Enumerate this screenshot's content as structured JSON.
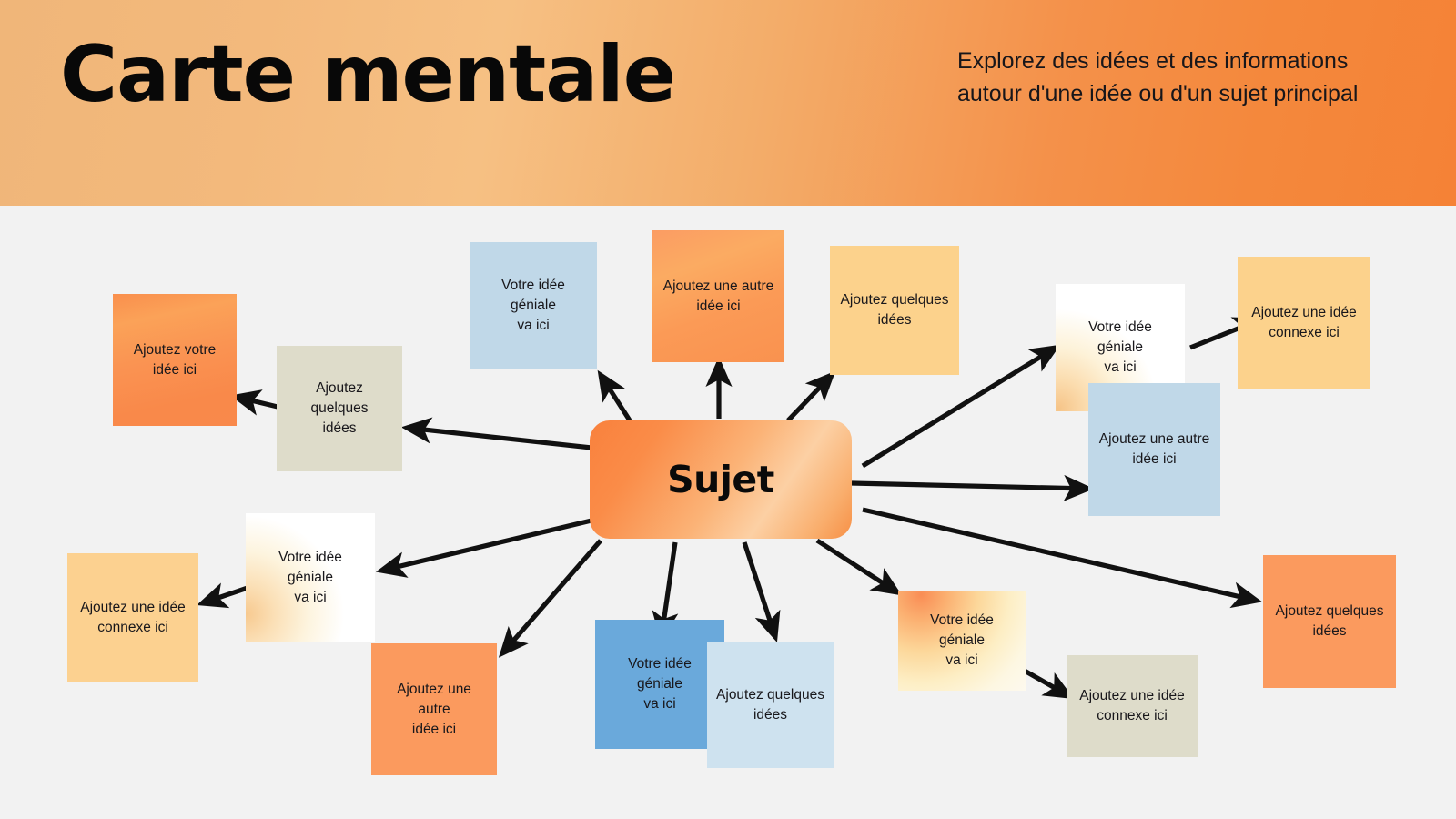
{
  "header": {
    "title": "Carte mentale",
    "subtitle": "Explorez des idées et des informations autour d'une idée ou d'un sujet principal"
  },
  "colors": {
    "background": "#f2f2f2",
    "banner_start": "#f0b679",
    "banner_end": "#f58236",
    "orange": "#fb9a5e",
    "yellow": "#fcd28c",
    "blue_light": "#c0d8e8",
    "blue_mid": "#6aa9db",
    "blue_pale": "#cee2ef",
    "khaki": "#dedcca",
    "white": "#ffffff",
    "arrow": "#111111",
    "text": "#18171b"
  },
  "center": {
    "label": "Sujet"
  },
  "nodes": [
    {
      "id": "top-left-orange",
      "label": "Ajoutez votre\nidée ici"
    },
    {
      "id": "top-left-khaki",
      "label": "Ajoutez quelques\nidées"
    },
    {
      "id": "top-blue",
      "label": "Votre idée\ngéniale\nva ici"
    },
    {
      "id": "top-orange",
      "label": "Ajoutez une autre\nidée ici"
    },
    {
      "id": "top-yellow",
      "label": "Ajoutez quelques\nidées"
    },
    {
      "id": "right-white",
      "label": "Votre idée\ngéniale\nva ici"
    },
    {
      "id": "right-yellow",
      "label": "Ajoutez une idée\nconnexe ici"
    },
    {
      "id": "right-blue",
      "label": "Ajoutez une autre\nidée ici"
    },
    {
      "id": "right-orange",
      "label": "Ajoutez quelques\nidées"
    },
    {
      "id": "left-white",
      "label": "Votre idée\ngéniale\nva ici"
    },
    {
      "id": "left-yellow",
      "label": "Ajoutez une idée\nconnexe ici"
    },
    {
      "id": "bottom-orange",
      "label": "Ajoutez une autre\nidée ici"
    },
    {
      "id": "bottom-blue-mid",
      "label": "Votre idée\ngéniale\nva ici"
    },
    {
      "id": "bottom-blue-pale",
      "label": "Ajoutez quelques\nidées"
    },
    {
      "id": "bottom-cream",
      "label": "Votre idée\ngéniale\nva ici"
    },
    {
      "id": "bottom-khaki",
      "label": "Ajoutez une idée\nconnexe ici"
    }
  ],
  "chart_data": {
    "type": "diagram",
    "title": "Carte mentale",
    "root": "Sujet",
    "branches": [
      {
        "to": "Ajoutez quelques idées",
        "direction": "left-up"
      },
      {
        "to": "Votre idée géniale va ici",
        "direction": "up-left"
      },
      {
        "to": "Ajoutez une autre idée ici",
        "direction": "up"
      },
      {
        "to": "Ajoutez quelques idées",
        "direction": "up-right"
      },
      {
        "to": "Votre idée géniale va ici",
        "direction": "right-up"
      },
      {
        "to": "Ajoutez une autre idée ici",
        "direction": "right"
      },
      {
        "to": "Ajoutez quelques idées",
        "direction": "right-down"
      },
      {
        "to": "Votre idée géniale va ici",
        "direction": "down-right"
      },
      {
        "to": "Ajoutez quelques idées",
        "direction": "down"
      },
      {
        "to": "Votre idée géniale va ici",
        "direction": "down"
      },
      {
        "to": "Ajoutez une autre idée ici",
        "direction": "down-left"
      },
      {
        "to": "Votre idée géniale va ici",
        "direction": "left-down"
      }
    ],
    "sub_branches": [
      {
        "from": "Ajoutez quelques idées",
        "to": "Ajoutez votre idée ici"
      },
      {
        "from": "Votre idée géniale va ici",
        "to": "Ajoutez une idée connexe ici"
      },
      {
        "from": "Votre idée géniale va ici",
        "to": "Ajoutez une idée connexe ici"
      },
      {
        "from": "Votre idée géniale va ici",
        "to": "Ajoutez une idée connexe ici"
      }
    ]
  }
}
